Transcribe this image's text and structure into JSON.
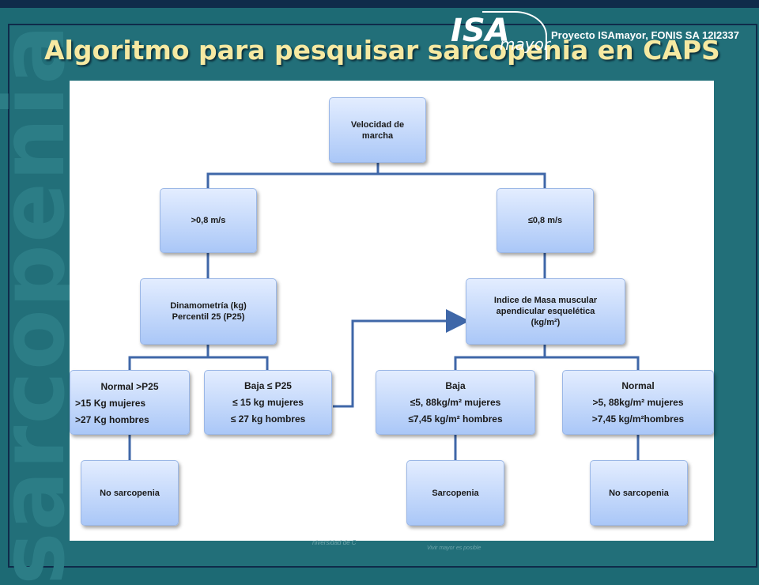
{
  "header": {
    "title": "Algoritmo para pesquisar sarcopenia en CAPS",
    "logo_text": "ISA",
    "logo_sub": "mayor",
    "project": "Proyecto ISAmayor, FONIS SA 12I2337"
  },
  "watermark": "sarcopenia",
  "footer": {
    "university": "niversidad de C",
    "slogan": "Vivir mayor es posible"
  },
  "colors": {
    "background": "#1d6a74",
    "title": "#f6e9a2",
    "node_fill": "#aac7f7",
    "connector": "#3f67a8"
  },
  "diagram": {
    "root": {
      "l1": "Velocidad de",
      "l2": "marcha"
    },
    "left_speed": ">0,8 m/s",
    "right_speed": "≤0,8 m/s",
    "dynamometry": {
      "l1": "Dinamometría (kg)",
      "l2": "Percentil 25 (P25)"
    },
    "muscle_index": {
      "l1": "Indice de Masa muscular",
      "l2": "apendicular esquelética",
      "l3": "(kg/m²)"
    },
    "normal_p25": {
      "title": "Normal >P25",
      "l1": ">15 Kg mujeres",
      "l2": ">27 Kg hombres"
    },
    "low_p25": {
      "title": "Baja ≤ P25",
      "l1": "≤ 15 kg mujeres",
      "l2": "≤ 27 kg hombres"
    },
    "low_index": {
      "title": "Baja",
      "l1": "≤5, 88kg/m² mujeres",
      "l2": "≤7,45 kg/m² hombres"
    },
    "normal_index": {
      "title": "Normal",
      "l1": ">5, 88kg/m² mujeres",
      "l2": ">7,45 kg/m²hombres"
    },
    "outcome_left": "No sarcopenia",
    "outcome_middle": "Sarcopenia",
    "outcome_right": "No sarcopenia"
  }
}
